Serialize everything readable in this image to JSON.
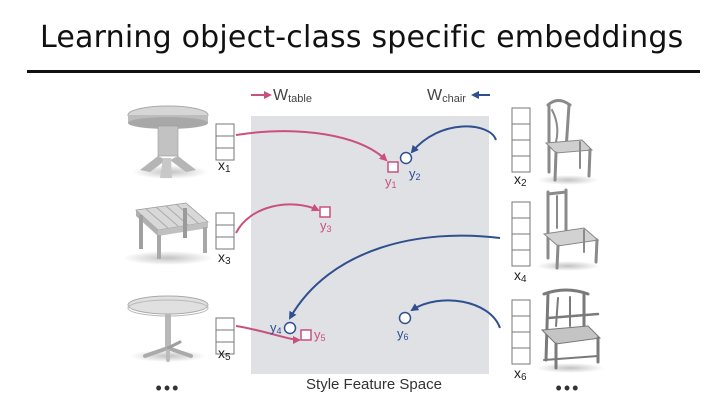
{
  "slide": {
    "title": "Learning object-class specific embeddings"
  },
  "diagram": {
    "space_label": "Style Feature Space",
    "weights": {
      "table": {
        "symbol": "W",
        "subscript": "table"
      },
      "chair": {
        "symbol": "W",
        "subscript": "chair"
      }
    },
    "inputs": [
      {
        "symbol": "x",
        "sub": "1"
      },
      {
        "symbol": "x",
        "sub": "3"
      },
      {
        "symbol": "x",
        "sub": "5"
      },
      {
        "symbol": "x",
        "sub": "2"
      },
      {
        "symbol": "x",
        "sub": "4"
      },
      {
        "symbol": "x",
        "sub": "6"
      }
    ],
    "embeddings": [
      {
        "symbol": "y",
        "sub": "1"
      },
      {
        "symbol": "y",
        "sub": "2"
      },
      {
        "symbol": "y",
        "sub": "3"
      },
      {
        "symbol": "y",
        "sub": "4"
      },
      {
        "symbol": "y",
        "sub": "5"
      },
      {
        "symbol": "y",
        "sub": "6"
      }
    ],
    "ellipsis": "•••",
    "colors": {
      "table": "#c9507f",
      "chair": "#2f4f8f",
      "space": "#dfe1e5"
    }
  }
}
